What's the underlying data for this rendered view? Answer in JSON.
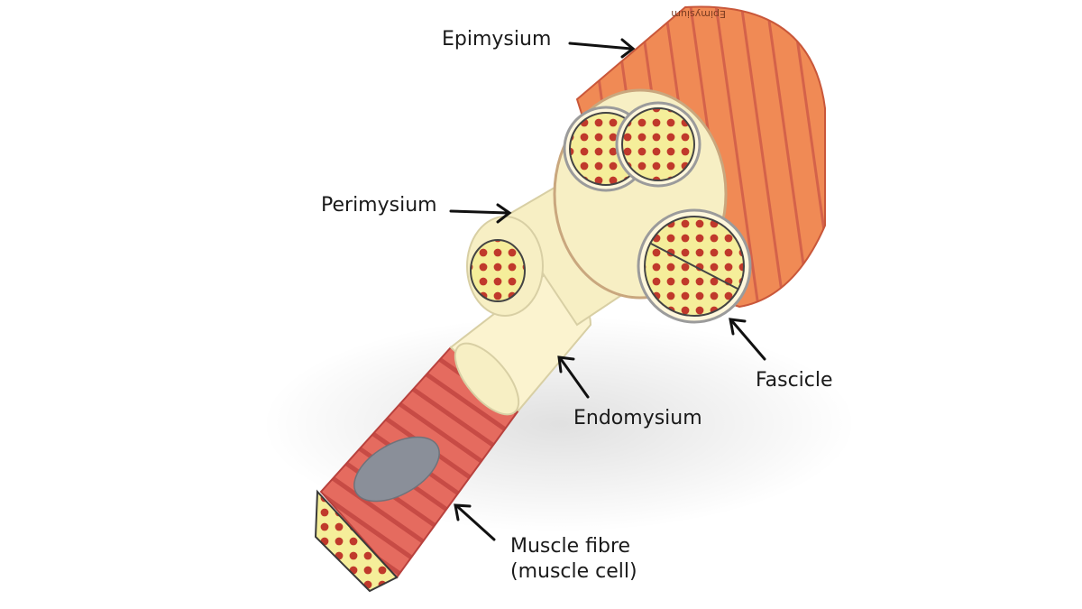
{
  "labels": {
    "epimysium": "Epimysium",
    "perimysium": "Perimysium",
    "fascicle": "Fascicle",
    "endomysium": "Endomysium",
    "muscle_fibre_line1": "Muscle fibre",
    "muscle_fibre_line2": "(muscle cell)"
  },
  "model_text": "Epimysium",
  "colors": {
    "epimysium": "#f08a55",
    "epimysium_stripe": "#d4624a",
    "perimysium": "#f7efc4",
    "fascicle_dot": "#c0392b",
    "fibre": "#e56b5f",
    "fibre_stripe": "#c74b45",
    "nucleus": "#8a8f99"
  }
}
